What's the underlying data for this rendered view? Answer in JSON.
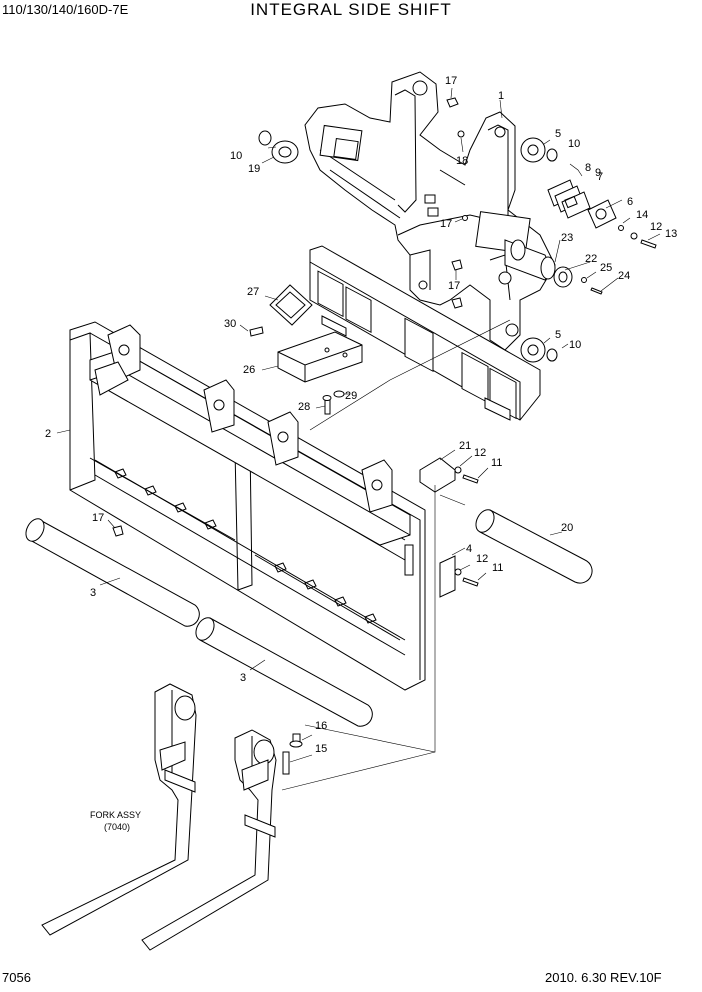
{
  "header": {
    "model": "110/130/140/160D-7E",
    "title": "INTEGRAL SIDE SHIFT"
  },
  "footer": {
    "page_number": "7056",
    "revision": "2010. 6.30  REV.10F"
  },
  "fork_assy": {
    "label": "FORK ASSY",
    "ref": "(7040)"
  },
  "callouts": [
    "1",
    "2",
    "3",
    "3",
    "4",
    "5",
    "5",
    "6",
    "7",
    "8",
    "9",
    "10",
    "10",
    "10",
    "11",
    "11",
    "12",
    "12",
    "12",
    "13",
    "14",
    "15",
    "16",
    "17",
    "17",
    "17",
    "17",
    "18",
    "19",
    "20",
    "21",
    "22",
    "23",
    "24",
    "25",
    "26",
    "27",
    "28",
    "29",
    "30"
  ]
}
